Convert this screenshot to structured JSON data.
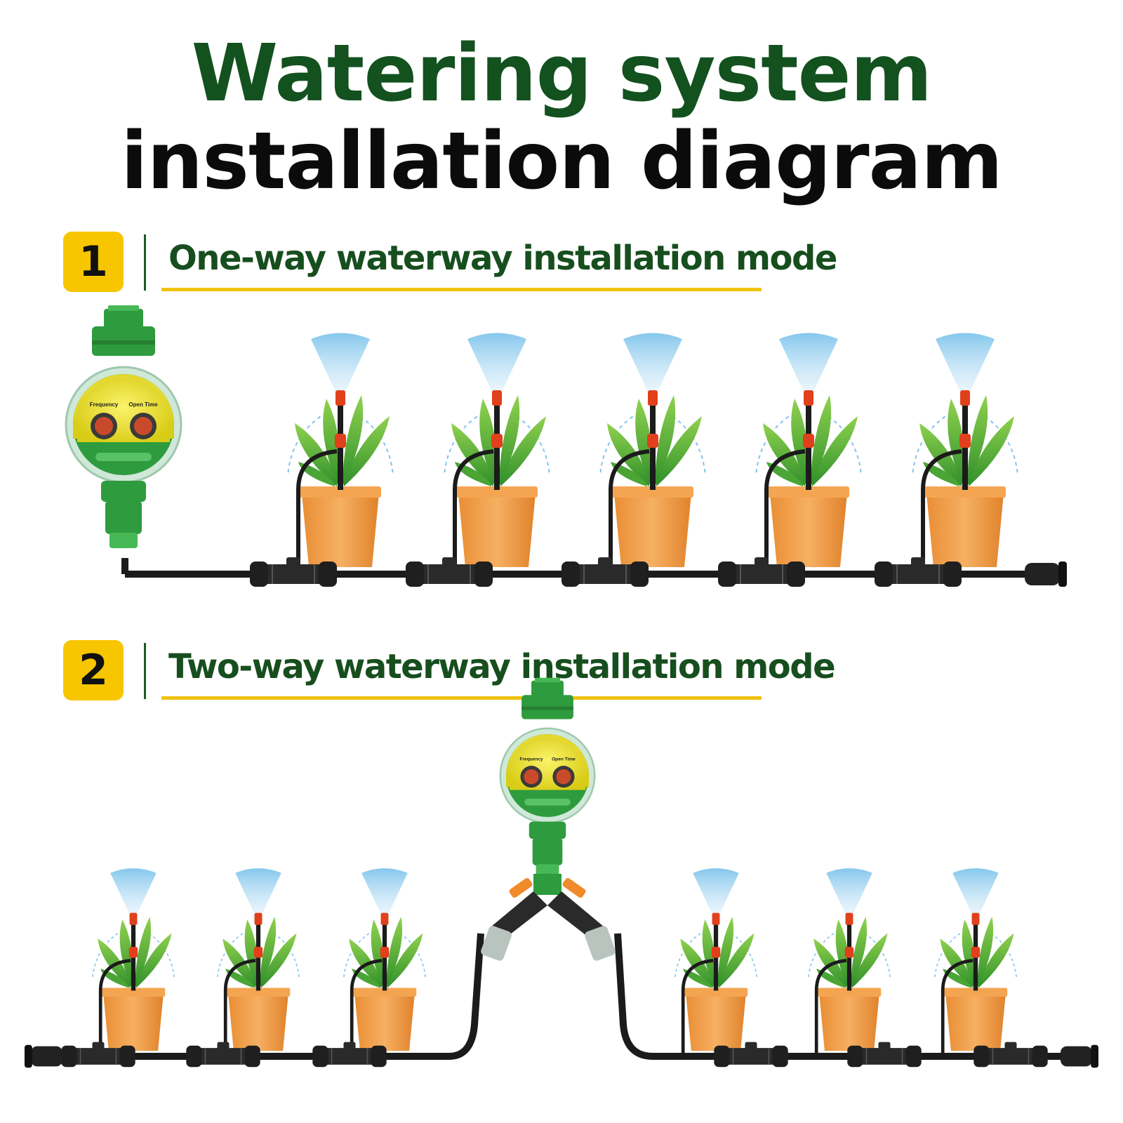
{
  "title": {
    "line1": "Watering system",
    "line2": "installation diagram"
  },
  "steps": [
    {
      "number": "1",
      "label": "One-way waterway installation mode"
    },
    {
      "number": "2",
      "label": "Two-way waterway installation mode"
    }
  ],
  "timer_labels": {
    "left_dial": "Frequency",
    "right_dial": "Open Time"
  },
  "colors": {
    "title_green": "#13511f",
    "accent_yellow": "#f7c600",
    "pot_orange": "#f2a04b",
    "leaf_green": "#5fb53a",
    "timer_green": "#2e9b3e",
    "timer_yellow": "#e9dd1a",
    "pipe_black": "#1b1b1b",
    "nozzle_red": "#e0401c",
    "spray_blue": "#7fc4ec"
  },
  "icons": [
    "water-timer-icon",
    "plant-pot-icon",
    "sprinkler-nozzle-icon",
    "tee-connector-icon",
    "end-plug-icon",
    "y-splitter-valve-icon"
  ]
}
